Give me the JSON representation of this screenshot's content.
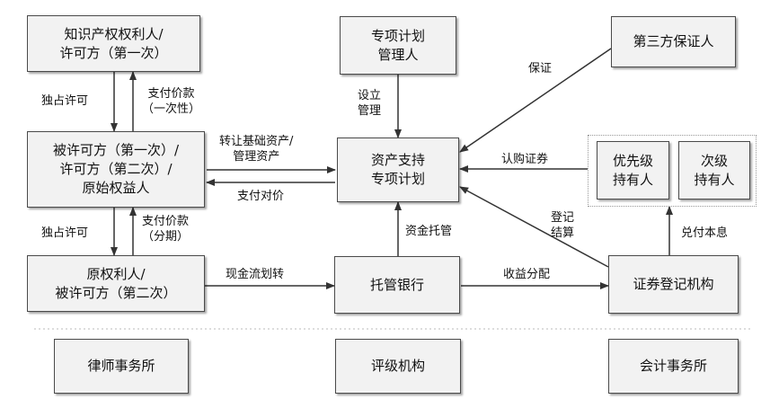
{
  "boxes": {
    "ip_owner": [
      "知识产权权利人/",
      "许可方（第一次）"
    ],
    "licensee": [
      "被许可方（第一次）/",
      "许可方（第二次）/",
      "原始权益人"
    ],
    "orig_owner": [
      "原权利人/",
      "被许可方（第二次）"
    ],
    "plan_manager": [
      "专项计划",
      "管理人"
    ],
    "abs_plan": [
      "资产支持",
      "专项计划"
    ],
    "custodian": [
      "托管银行"
    ],
    "guarantor": [
      "第三方保证人"
    ],
    "senior": [
      "优先级",
      "持有人"
    ],
    "junior": [
      "次级",
      "持有人"
    ],
    "registry": [
      "证券登记机构"
    ],
    "law_firm": [
      "律师事务所"
    ],
    "rating": [
      "评级机构"
    ],
    "accounting": [
      "会计事务所"
    ]
  },
  "labels": {
    "excl_license_1": "独占许可",
    "pay_once": [
      "支付价款",
      "（一次性）"
    ],
    "excl_license_2": "独占许可",
    "pay_installment": [
      "支付价款",
      "（分期）"
    ],
    "transfer_assets": [
      "转让基础资产/",
      "管理资产"
    ],
    "pay_price": "支付对价",
    "setup_manage": [
      "设立",
      "管理"
    ],
    "guarantee": "保证",
    "subscribe": "认购证券",
    "register_settle": [
      "登记",
      "结算"
    ],
    "fund_custody": "资金托管",
    "cash_flow": "现金流划转",
    "income_distribution": "收益分配",
    "redeem": "兑付本息"
  }
}
